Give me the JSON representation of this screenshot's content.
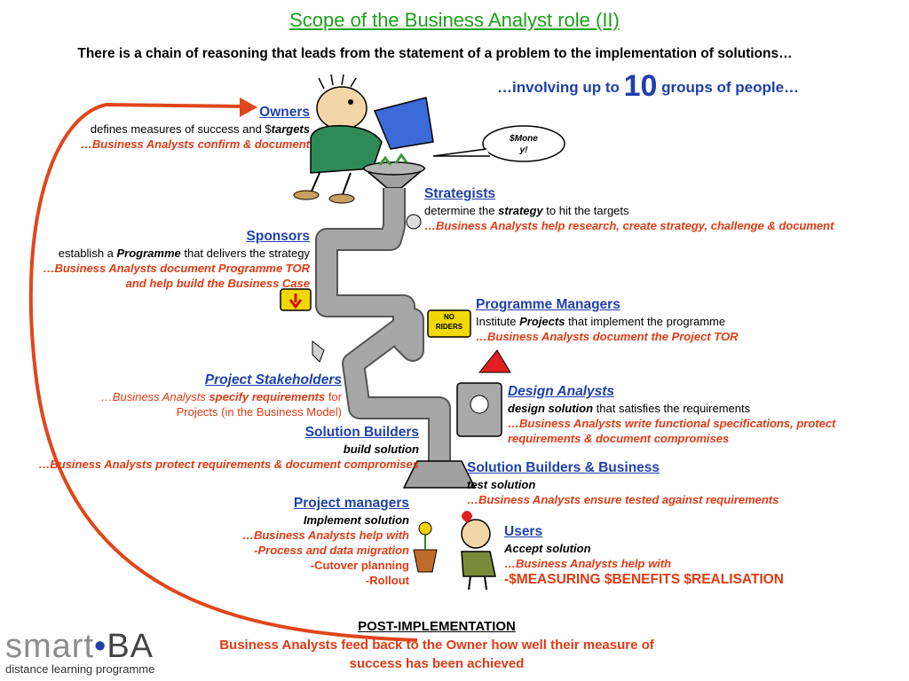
{
  "title": "Scope of the Business Analyst role (II)",
  "subtitle": "There is a chain of reasoning that leads from the statement of a problem to the implementation of solutions…",
  "involving": {
    "pre": "…involving up to ",
    "num": "10",
    "post": " groups of people…"
  },
  "bubble": {
    "line1": "$Mone",
    "line2": "y!"
  },
  "signs": {
    "no_riders1": "NO",
    "no_riders2": "RIDERS"
  },
  "owners": {
    "heading": "Owners",
    "desc_pre": "defines measures of success and $",
    "desc_em": "targets",
    "ba": "…Business Analysts confirm & document"
  },
  "strategists": {
    "heading": "Strategists",
    "desc_pre": "determine the ",
    "desc_em": "strategy",
    "desc_post": " to hit the targets",
    "ba": "…Business Analysts help research, create strategy, challenge & document"
  },
  "sponsors": {
    "heading": "Sponsors",
    "desc_pre": "establish a ",
    "desc_em": "Programme",
    "desc_post": " that delivers the strategy",
    "ba1": "…Business Analysts document Programme TOR",
    "ba2": "and help build the Business Case"
  },
  "programme_managers": {
    "heading": "Programme Managers",
    "desc_pre": "Institute ",
    "desc_em": "Projects",
    "desc_post": " that implement the programme",
    "ba": "…Business Analysts document the Project TOR"
  },
  "project_stakeholders": {
    "heading": "Project Stakeholders",
    "line1_pre": "…Business Analysts ",
    "line1_em": "specify requirements",
    "line1_post": " for",
    "line2": "Projects (in the Business Model)"
  },
  "design_analysts": {
    "heading": "Design Analysts",
    "desc_em": "design solution",
    "desc_post": " that satisfies the requirements",
    "ba1": "…Business Analysts write functional specifications, protect",
    "ba2": "requirements & document compromises"
  },
  "solution_builders": {
    "heading": "Solution Builders",
    "desc": "build solution",
    "ba": "…Business Analysts protect requirements & document compromises"
  },
  "solution_builders_business": {
    "heading": "Solution Builders & Business",
    "desc": "test solution",
    "ba": "…Business Analysts ensure tested against requirements"
  },
  "project_managers": {
    "heading": "Project managers",
    "desc": "Implement solution",
    "ba": "…Business Analysts help with",
    "items": [
      "-Process and data migration",
      "-Cutover planning",
      "-Rollout"
    ]
  },
  "users": {
    "heading": "Users",
    "desc": "Accept solution",
    "ba": "…Business Analysts help with",
    "dash": "-",
    "highlight": "$MEASURING $BENEFITS $REALISATION"
  },
  "post": {
    "heading": "POST-IMPLEMENTATION",
    "body": "Business Analysts feed back to the Owner how well their measure of success has been achieved"
  },
  "logo": {
    "word": "smart",
    "dot": "•",
    "ba": "BA",
    "tagline": "distance learning programme"
  },
  "colors": {
    "title": "#1aa11a",
    "heading": "#1f3fae",
    "ba_text": "#e03a14",
    "pipe": "#9a9a9a",
    "arrow": "#e0461c"
  }
}
